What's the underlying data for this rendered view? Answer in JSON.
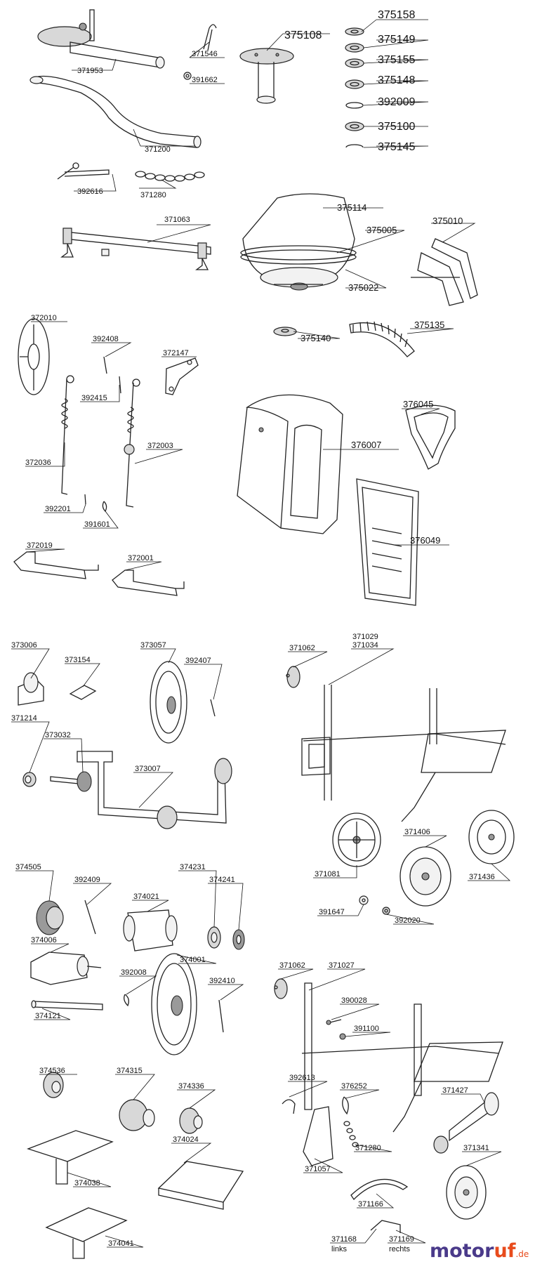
{
  "diagram": {
    "parts": [
      {
        "id": "p371953",
        "number": "371953"
      },
      {
        "id": "p371546",
        "number": "371546"
      },
      {
        "id": "p391662",
        "number": "391662"
      },
      {
        "id": "p371200",
        "number": "371200"
      },
      {
        "id": "p392616",
        "number": "392616"
      },
      {
        "id": "p371280a",
        "number": "371280"
      },
      {
        "id": "p371063",
        "number": "371063"
      },
      {
        "id": "p375108",
        "number": "375108"
      },
      {
        "id": "p375158",
        "number": "375158"
      },
      {
        "id": "p375149",
        "number": "375149"
      },
      {
        "id": "p375155",
        "number": "375155"
      },
      {
        "id": "p375148",
        "number": "375148"
      },
      {
        "id": "p392009",
        "number": "392009"
      },
      {
        "id": "p375100",
        "number": "375100"
      },
      {
        "id": "p375145",
        "number": "375145"
      },
      {
        "id": "p375114",
        "number": "375114"
      },
      {
        "id": "p375005",
        "number": "375005"
      },
      {
        "id": "p375022",
        "number": "375022"
      },
      {
        "id": "p375010",
        "number": "375010"
      },
      {
        "id": "p375140",
        "number": "375140"
      },
      {
        "id": "p375135",
        "number": "375135"
      },
      {
        "id": "p372010",
        "number": "372010"
      },
      {
        "id": "p392408",
        "number": "392408"
      },
      {
        "id": "p392415",
        "number": "392415"
      },
      {
        "id": "p372147",
        "number": "372147"
      },
      {
        "id": "p372036",
        "number": "372036"
      },
      {
        "id": "p372003",
        "number": "372003"
      },
      {
        "id": "p392201",
        "number": "392201"
      },
      {
        "id": "p391601",
        "number": "391601"
      },
      {
        "id": "p372019",
        "number": "372019"
      },
      {
        "id": "p372001",
        "number": "372001"
      },
      {
        "id": "p376045",
        "number": "376045"
      },
      {
        "id": "p376007",
        "number": "376007"
      },
      {
        "id": "p376049",
        "number": "376049"
      },
      {
        "id": "p373006",
        "number": "373006"
      },
      {
        "id": "p373154",
        "number": "373154"
      },
      {
        "id": "p373057",
        "number": "373057"
      },
      {
        "id": "p392407",
        "number": "392407"
      },
      {
        "id": "p371214",
        "number": "371214"
      },
      {
        "id": "p373032",
        "number": "373032"
      },
      {
        "id": "p373007",
        "number": "373007"
      },
      {
        "id": "p371029",
        "number": "371029"
      },
      {
        "id": "p371034",
        "number": "371034"
      },
      {
        "id": "p371062a",
        "number": "371062"
      },
      {
        "id": "p371081",
        "number": "371081"
      },
      {
        "id": "p371406",
        "number": "371406"
      },
      {
        "id": "p371436",
        "number": "371436"
      },
      {
        "id": "p391647",
        "number": "391647"
      },
      {
        "id": "p392020",
        "number": "392020"
      },
      {
        "id": "p374505",
        "number": "374505"
      },
      {
        "id": "p392409",
        "number": "392409"
      },
      {
        "id": "p374021",
        "number": "374021"
      },
      {
        "id": "p374231",
        "number": "374231"
      },
      {
        "id": "p374241",
        "number": "374241"
      },
      {
        "id": "p374006",
        "number": "374006"
      },
      {
        "id": "p374001",
        "number": "374001"
      },
      {
        "id": "p392008",
        "number": "392008"
      },
      {
        "id": "p392410",
        "number": "392410"
      },
      {
        "id": "p374121",
        "number": "374121"
      },
      {
        "id": "p371062b",
        "number": "371062"
      },
      {
        "id": "p371027",
        "number": "371027"
      },
      {
        "id": "p390028",
        "number": "390028"
      },
      {
        "id": "p391100",
        "number": "391100"
      },
      {
        "id": "p374536",
        "number": "374536"
      },
      {
        "id": "p374315",
        "number": "374315"
      },
      {
        "id": "p374336",
        "number": "374336"
      },
      {
        "id": "p392613",
        "number": "392613"
      },
      {
        "id": "p376252",
        "number": "376252"
      },
      {
        "id": "p371280b",
        "number": "371280"
      },
      {
        "id": "p371427",
        "number": "371427"
      },
      {
        "id": "p374038",
        "number": "374038"
      },
      {
        "id": "p374024",
        "number": "374024"
      },
      {
        "id": "p371057",
        "number": "371057"
      },
      {
        "id": "p371166",
        "number": "371166"
      },
      {
        "id": "p371341",
        "number": "371341"
      },
      {
        "id": "p374041",
        "number": "374041"
      },
      {
        "id": "p371168",
        "number": "371168"
      },
      {
        "id": "p371169",
        "number": "371169"
      }
    ],
    "sublabels": {
      "links": "links",
      "rechts": "rechts"
    }
  },
  "watermark": {
    "brand_main": "motor",
    "brand_accent": "uf",
    "brand_domain": ".de",
    "colors": {
      "main": "#4a3a8a",
      "accent": "#e84b1c"
    }
  }
}
